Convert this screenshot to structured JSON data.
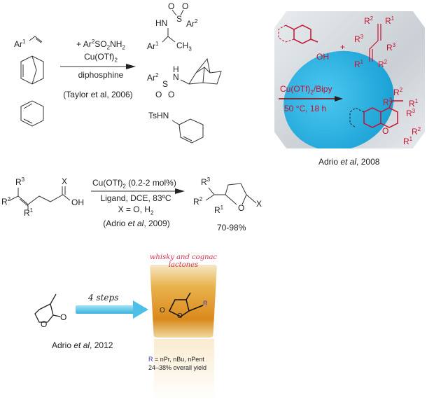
{
  "scheme1": {
    "reactant_ar1": "Ar",
    "reactant_ar1_sup": "1",
    "reagent_prefix": "+ Ar",
    "reagent_sup": "2",
    "reagent_mid": "SO",
    "reagent_sub1": "2",
    "reagent_end": "NH",
    "reagent_sub2": "2",
    "catalyst": "Cu(OTf)",
    "catalyst_sub": "2",
    "ligand": "diphosphine",
    "citation": "(Taylor et al, 2006)",
    "product1_labels": {
      "o1": "O",
      "o2": "O",
      "s": "S",
      "hn": "HN",
      "ar2": "Ar",
      "ar2_sup": "2",
      "ar1": "Ar",
      "ar1_sup": "1",
      "ch3": "CH",
      "ch3_sub": "3"
    },
    "product2_labels": {
      "ar2": "Ar",
      "ar2_sup": "2",
      "s": "S",
      "nh_h": "H",
      "n": "N",
      "o1": "O",
      "o2": "O"
    },
    "product3_label": "TsHN"
  },
  "scheme2": {
    "catalyst": "Cu(OTf)",
    "catalyst_sub": "2",
    "base_label": "Cu(OTf)2/Bipy",
    "cat_suffix": "/Bipy",
    "conditions": "50 °C, 18 h",
    "oh": "OH",
    "o": "O",
    "plus": "+",
    "r1": "R",
    "r2": "R",
    "r3": "R",
    "citation_prefix": "Adrio ",
    "citation_italic": "et al",
    "citation_suffix": ", 2008"
  },
  "scheme3": {
    "catalyst": "Cu(OTf)",
    "catalyst_sub": "2",
    "catalyst_suffix": " (0.2-2 mol%)",
    "conditions": "Ligand, DCE, 83ºC",
    "x_def": "X = O, H",
    "x_def_sub": "2",
    "citation_prefix": "(Adrio ",
    "citation_italic": "et al",
    "citation_suffix": ", 2009)",
    "yield": "70-98%",
    "labels": {
      "x": "X",
      "oh": "OH",
      "r": "R",
      "o": "O"
    }
  },
  "scheme4": {
    "steps": "4 steps",
    "banner": "whisky and cognac",
    "banner2": "lactones",
    "citation_prefix": "Adrio ",
    "citation_italic": "et al",
    "citation_suffix": ", 2012",
    "r_def_r": "R",
    "r_def": " = nPr, nBu, nPent",
    "yield": "24–38% overall yield",
    "o": "O",
    "r": "R"
  },
  "colors": {
    "red": "#c8102e",
    "blue_ball": "#2fb6e6",
    "whisky": "#e0a030",
    "arrow": "#4cc0e6"
  }
}
